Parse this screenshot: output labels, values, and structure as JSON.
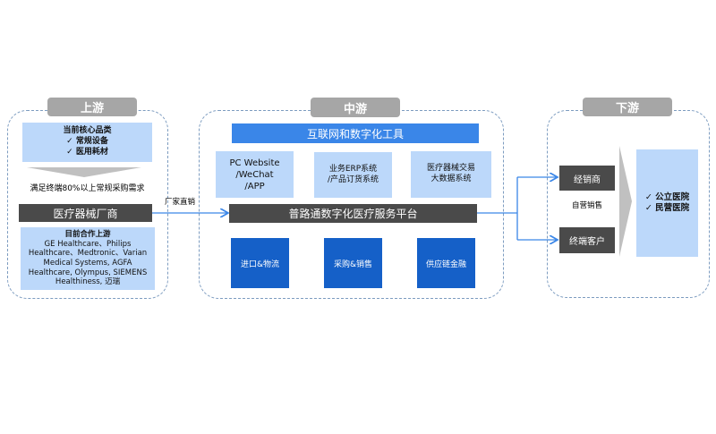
{
  "upstream": {
    "tag": "上游",
    "core_title": "当前核心品类",
    "core_items": [
      "✓ 常规设备",
      "✓ 医用耗材"
    ],
    "coverage": "满足终端80%以上常规采购需求",
    "maker": "医疗器械厂商",
    "partner_title": "目前合作上游",
    "partners": "GE Healthcare、Philips Healthcare、Medtronic、Varian Medical Systems, AGFA Healthcare, Olympus, SIEMENS Healthiness, 迈瑞"
  },
  "link_label": "厂家直销",
  "midstream": {
    "tag": "中游",
    "tools": "互联网和数字化工具",
    "systems": [
      [
        "PC Website",
        "/WeChat",
        "/APP"
      ],
      [
        "业务ERP系统",
        "/产品订货系统"
      ],
      [
        "医疗器械交易",
        "大数据系统"
      ]
    ],
    "platform": "普路通数字化医疗服务平台",
    "services": [
      "进口&物流",
      "采购&销售",
      "供应链金融"
    ]
  },
  "downstream": {
    "tag": "下游",
    "dealer": "经销商",
    "self_sales": "自营销售",
    "end_customer": "终端客户",
    "hospitals": [
      "✓ 公立医院",
      "✓ 民营医院"
    ]
  },
  "colors": {
    "accent": "#3a86e8",
    "dark": "#4a4a4a",
    "light": "#bcd8fa",
    "service": "#1560c8"
  }
}
